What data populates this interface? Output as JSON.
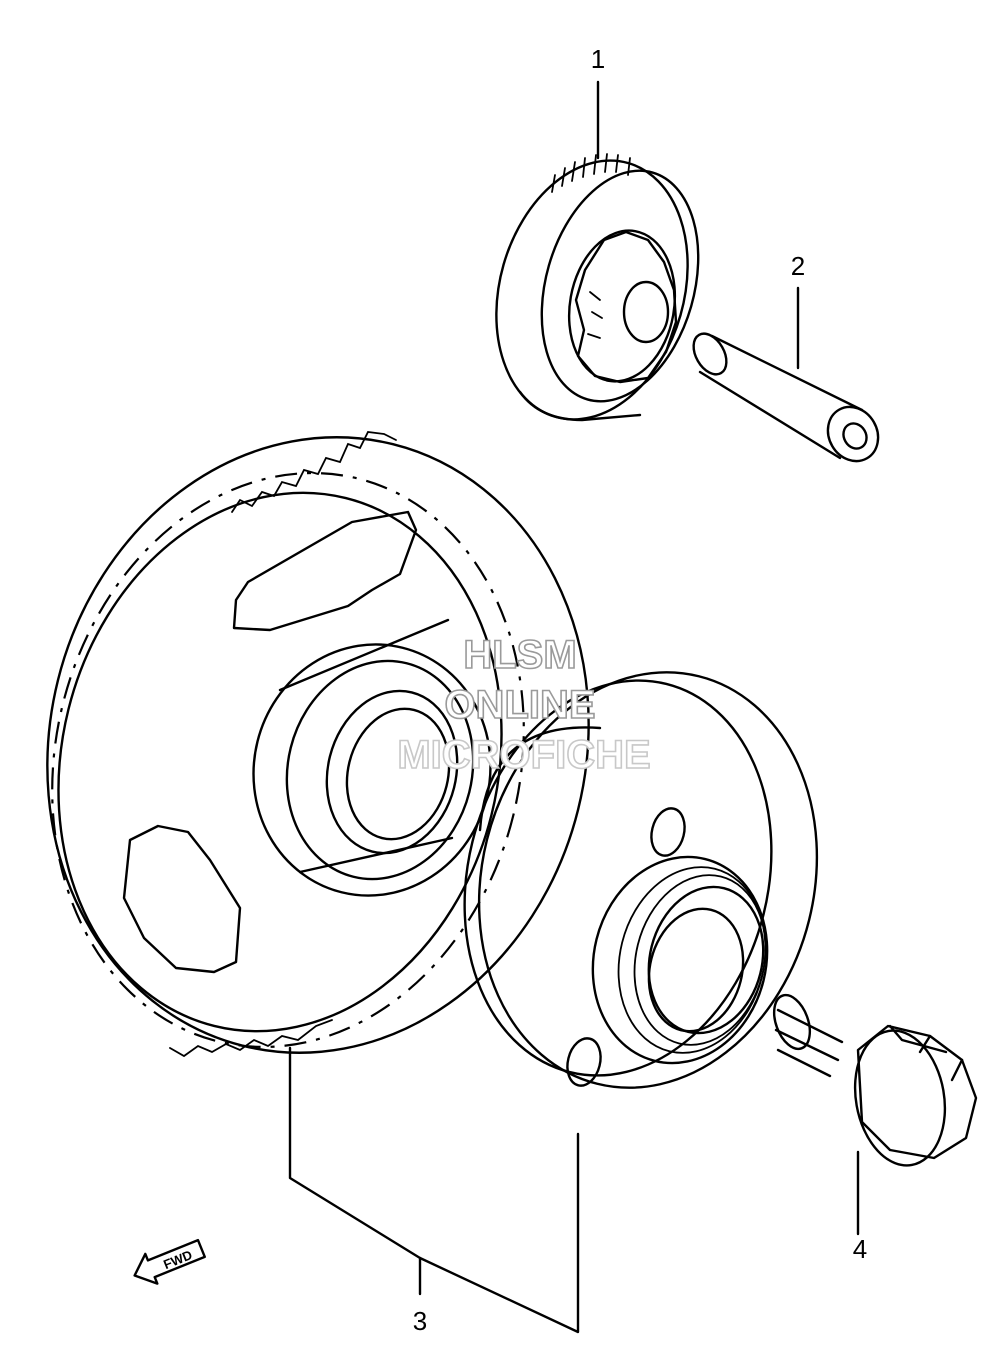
{
  "callouts": [
    {
      "id": "1",
      "label": "1"
    },
    {
      "id": "2",
      "label": "2"
    },
    {
      "id": "3",
      "label": "3"
    },
    {
      "id": "4",
      "label": "4"
    }
  ],
  "watermark": {
    "line1": "HLSM",
    "line2": "ONLINE",
    "line3": "MICROFICHE"
  },
  "direction_badge": {
    "label": "FWD"
  }
}
